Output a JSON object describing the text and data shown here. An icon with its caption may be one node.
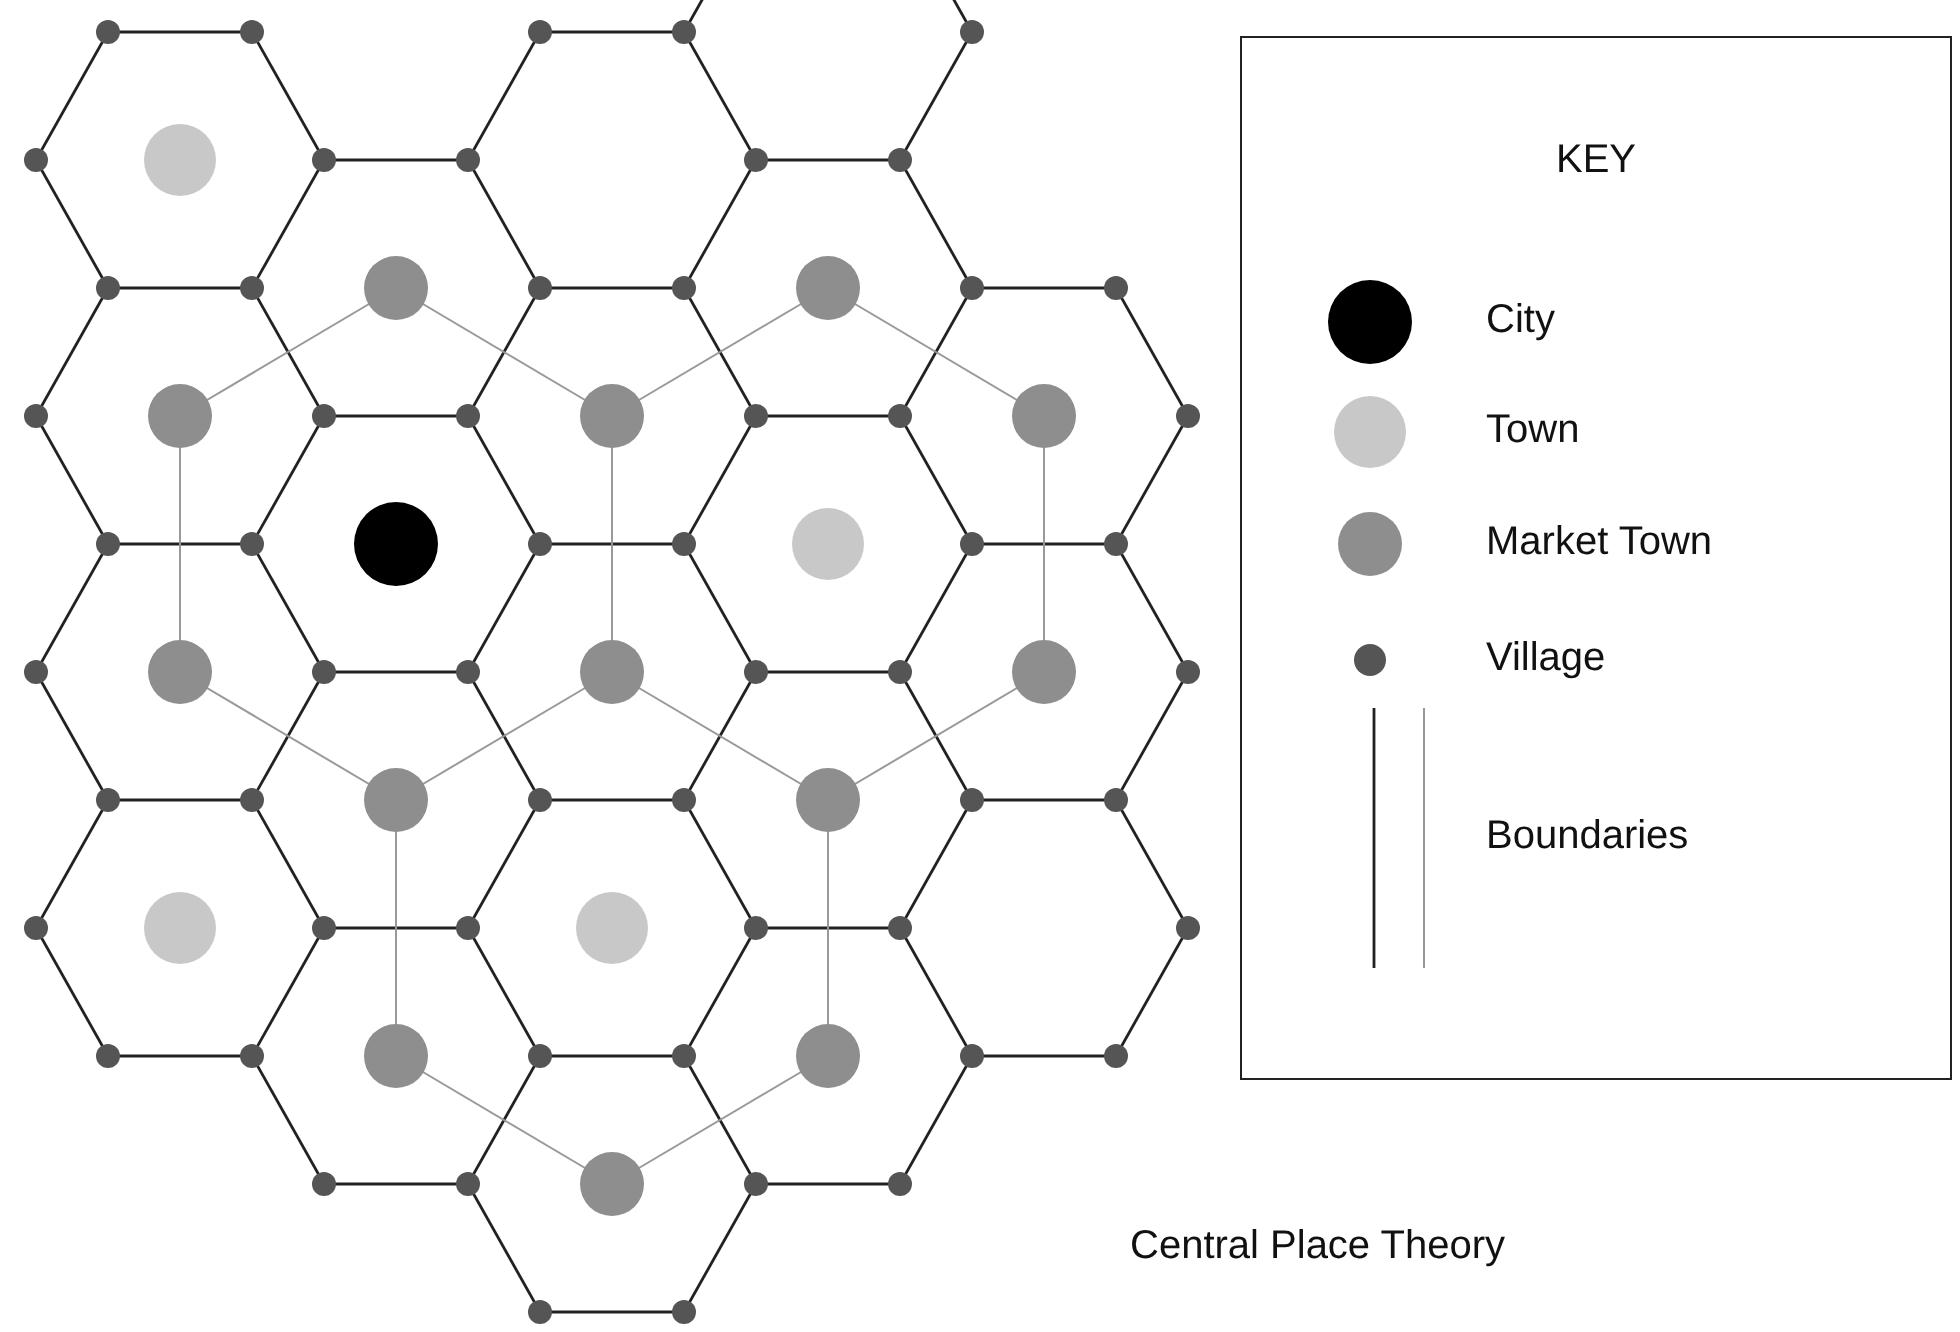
{
  "diagram": {
    "caption": "Central Place Theory",
    "labels": [
      "KEY"
    ],
    "legend": [
      {
        "text": "City",
        "color": "#000000"
      },
      {
        "text": "Town",
        "color": "#c8c8c8"
      },
      {
        "text": "Market Town",
        "color": "#8e8e8e"
      },
      {
        "text": "Village",
        "color": "#555555"
      },
      {
        "text": "Boundaries"
      }
    ]
  }
}
